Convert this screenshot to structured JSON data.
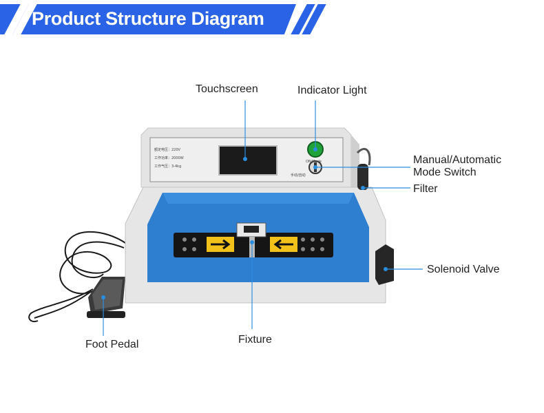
{
  "header": {
    "title": "Product Structure Diagram"
  },
  "panel_text": {
    "specs": [
      "额定电压：220V",
      "工作功率：2000W",
      "工作气压：3-4kg"
    ],
    "mode_label": "手动/自动",
    "switch_label": "ON/Mode"
  },
  "callouts": {
    "touchscreen": "Touchscreen",
    "indicator_light": "Indicator Light",
    "mode_switch_line1": "Manual/Automatic",
    "mode_switch_line2": "Mode Switch",
    "filter": "Filter",
    "solenoid_valve": "Solenoid Valve",
    "fixture": "Fixture",
    "foot_pedal": "Foot Pedal"
  },
  "colors": {
    "accent": "#2b63e6",
    "machine_blue": "#2f7fd0",
    "leader_line": "#2a8ee0",
    "indicator_green": "#1fa23a"
  }
}
